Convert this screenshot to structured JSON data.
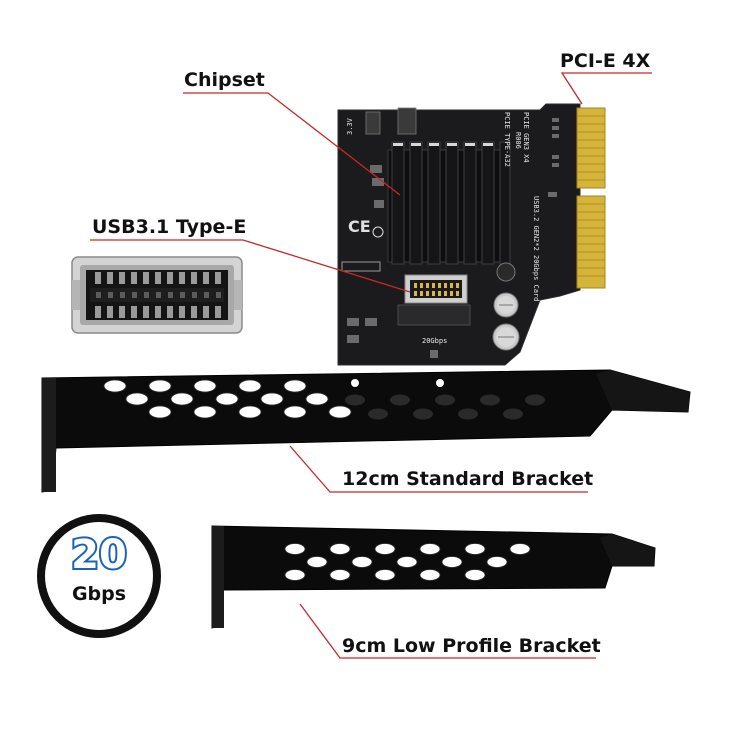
{
  "labels": {
    "chipset": "Chipset",
    "pcie": "PCI-E 4X",
    "usb_type_e": "USB3.1 Type-E",
    "standard_bracket": "12cm Standard Bracket",
    "low_profile_bracket": "9cm Low Profile Bracket"
  },
  "badge": {
    "value": "20",
    "unit": "Gbps"
  },
  "pcb": {
    "silkscreen_model": "PCIE TYPE-A32",
    "silkscreen_interface": "PCIE GEN3 X4",
    "silkscreen_desc": "USB3.2 GEN2*2 20Gbps Card",
    "silkscreen_ref": "R006",
    "silkscreen_voltage": "3.3V",
    "silkscreen_speed": "20Gbps"
  },
  "colors": {
    "pcb": "#1b1b1d",
    "bracket": "#0b0b0b",
    "gold_finger": "#d6b43a",
    "callout_line": "#c62828",
    "badge_ring": "#111111",
    "badge_blue": "#1a63b8"
  }
}
